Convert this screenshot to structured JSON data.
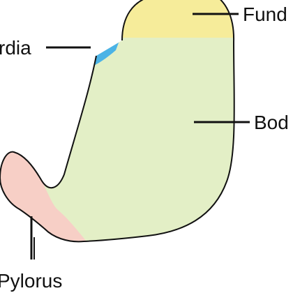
{
  "diagram": {
    "regions": [
      {
        "name": "fundus",
        "color": "#f6ec9a"
      },
      {
        "name": "body",
        "color": "#e3efc6"
      },
      {
        "name": "cardia",
        "color": "#4bb3e6"
      },
      {
        "name": "pylorus",
        "color": "#f7cfc6"
      }
    ],
    "labels": {
      "fundus": "Fund",
      "cardia": "rdia",
      "body": "Bod",
      "pylorus": "Pylorus"
    },
    "colors": {
      "outline": "#111111",
      "leader_line": "#111111",
      "background": "#ffffff"
    }
  }
}
